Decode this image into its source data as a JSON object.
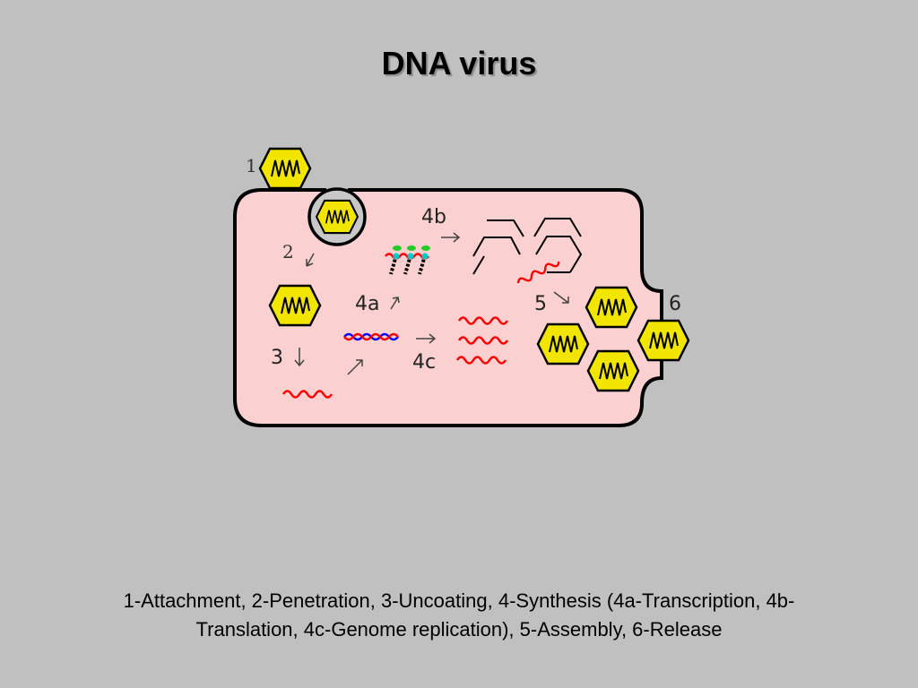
{
  "title": "DNA virus",
  "steps": {
    "s1": "1",
    "s2": "2",
    "s3": "3",
    "s4a": "4a",
    "s4b": "4b",
    "s4c": "4c",
    "s5": "5",
    "s6": "6"
  },
  "caption": {
    "line1": "1-Attachment, 2-Penetration, 3-Uncoating, 4-Synthesis (4a-Transcription, 4b-",
    "line2": "Translation, 4c-Genome replication), 5-Assembly, 6-Release"
  },
  "colors": {
    "background": "#c0c0c0",
    "cell": "#fbd0d0",
    "capsid": "#f2e600",
    "rna": "#ff0000",
    "dna": "#0000ff"
  }
}
